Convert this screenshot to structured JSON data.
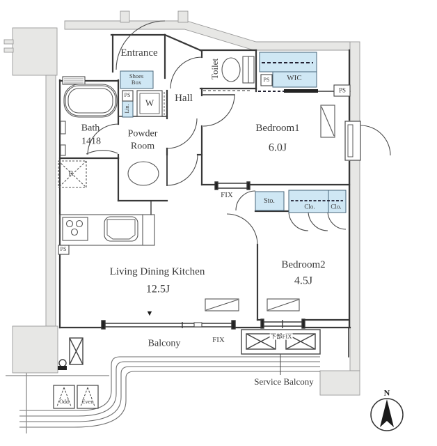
{
  "colors": {
    "accent_blue": "#cfe7f4",
    "structure_gray": "#e7e7e5",
    "wall_line": "#383838"
  },
  "rooms": {
    "entrance": {
      "label": "Entrance"
    },
    "hall": {
      "label": "Hall"
    },
    "toilet": {
      "label": "Toilet"
    },
    "bath": {
      "label": "Bath",
      "size": "1418"
    },
    "powder_room": {
      "line1": "Powder",
      "line2": "Room"
    },
    "bedroom1": {
      "label": "Bedroom1",
      "size": "6.0J"
    },
    "bedroom2": {
      "label": "Bedroom2",
      "size": "4.5J"
    },
    "ldk": {
      "label": "Living Dining Kitchen",
      "size": "12.5J"
    },
    "balcony": {
      "label": "Balcony"
    },
    "service_balcony": {
      "label": "Service Balcony"
    }
  },
  "storage": {
    "shoes_box_line1": "Shoes",
    "shoes_box_line2": "Box",
    "wic": "WIC",
    "linen": "Lin.",
    "storage": "Sto.",
    "closet_left": "Clo.",
    "closet_right": "Clo.",
    "washer": "W"
  },
  "labels": {
    "ps": "PS",
    "refrigerator": "R",
    "fix": "FIX",
    "lower_fix": "下部FIX",
    "entry_marker": "▼",
    "north": "N",
    "hatch_odd": "Odd",
    "hatch_even": "Even"
  }
}
